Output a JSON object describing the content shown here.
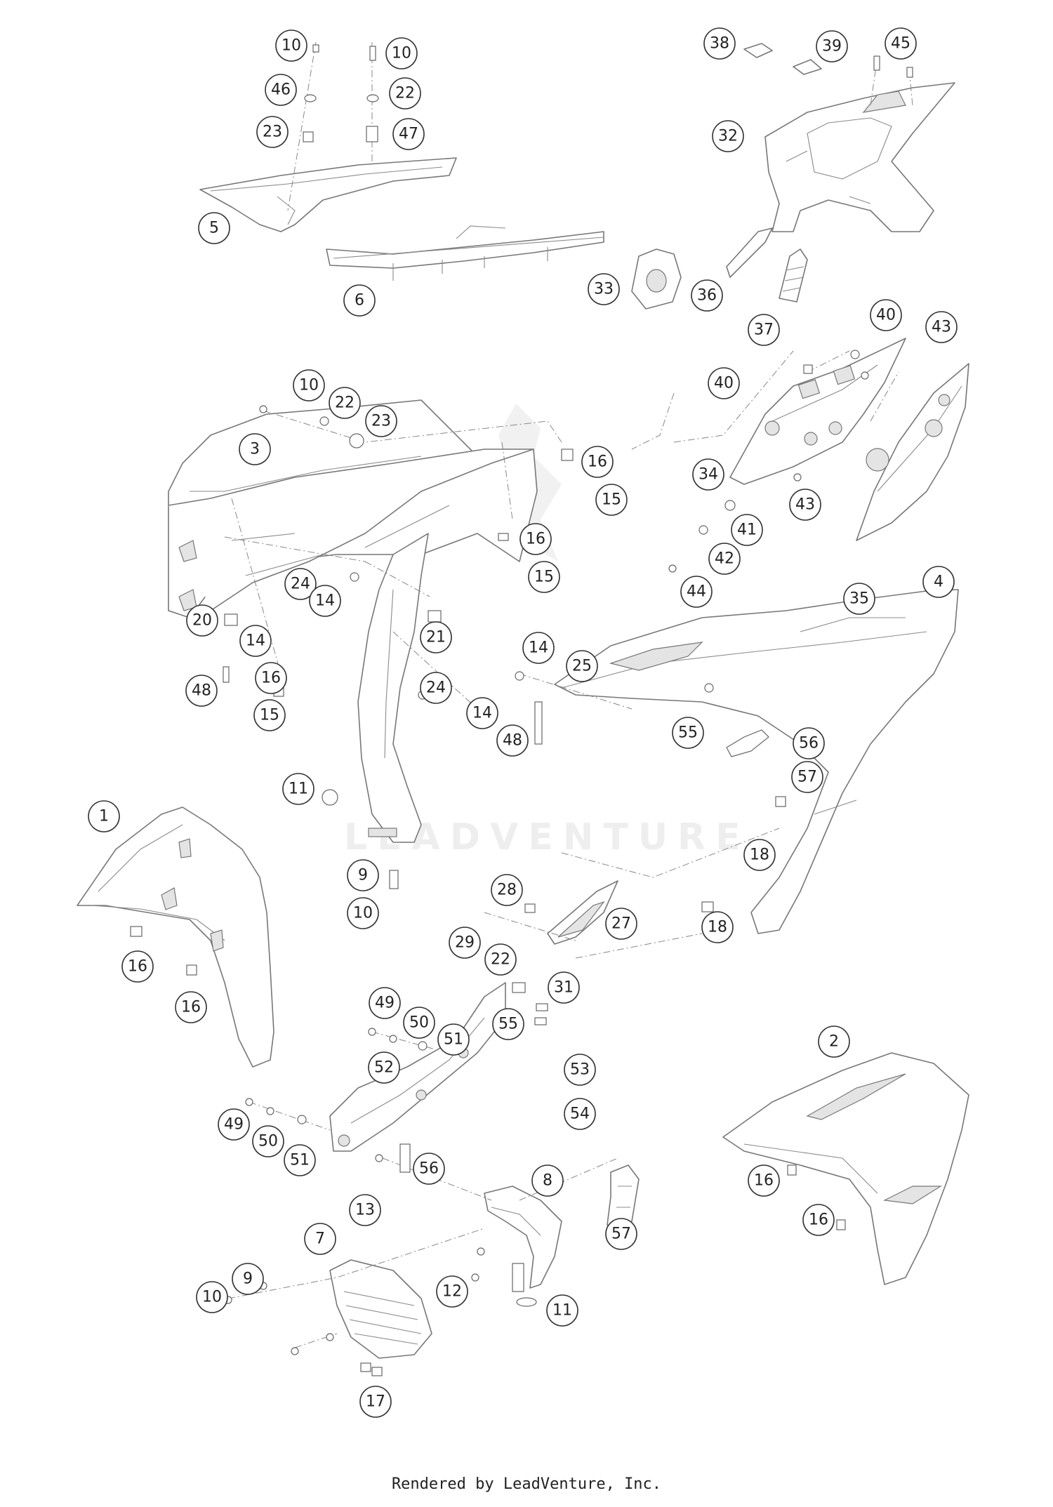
{
  "footer": {
    "text": "Rendered by LeadVenture, Inc."
  },
  "watermark": {
    "text": "LEADVENTURE"
  },
  "callouts": [
    "10",
    "46",
    "23",
    "10",
    "22",
    "47",
    "5",
    "6",
    "38",
    "39",
    "45",
    "32",
    "33",
    "36",
    "37",
    "40",
    "43",
    "40",
    "34",
    "43",
    "41",
    "42",
    "44",
    "35",
    "10",
    "22",
    "23",
    "3",
    "16",
    "15",
    "16",
    "15",
    "24",
    "14",
    "20",
    "14",
    "16",
    "48",
    "15",
    "21",
    "14",
    "25",
    "24",
    "14",
    "48",
    "11",
    "4",
    "55",
    "56",
    "57",
    "1",
    "16",
    "16",
    "9",
    "10",
    "28",
    "27",
    "29",
    "22",
    "31",
    "18",
    "18",
    "49",
    "50",
    "51",
    "55",
    "53",
    "54",
    "52",
    "49",
    "50",
    "51",
    "56",
    "13",
    "8",
    "57",
    "7",
    "9",
    "10",
    "12",
    "11",
    "17",
    "2",
    "16",
    "16"
  ]
}
